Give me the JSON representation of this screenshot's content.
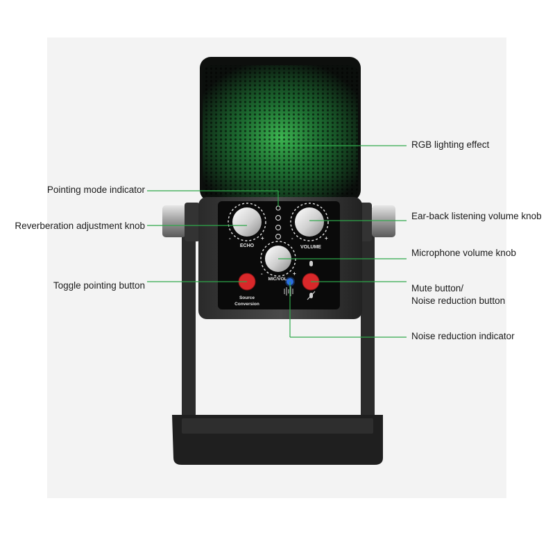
{
  "callouts": {
    "rgb": "RGB lighting effect",
    "pointing_mode": "Pointing mode indicator",
    "reverb": "Reverberation adjustment knob",
    "earback": "Ear-back listening volume knob",
    "mic_volume": "Microphone volume knob",
    "toggle": "Toggle pointing button",
    "mute_line1": "Mute button/",
    "mute_line2": "Noise reduction button",
    "noise_indicator": "Noise reduction indicator"
  },
  "panel": {
    "echo": "ECHO",
    "volume": "VOLUME",
    "micvol": "MIC/VOL",
    "source_line1": "Source",
    "source_line2": "Conversion",
    "minus": "-",
    "plus": "+"
  },
  "colors": {
    "callout_line": "#2ea84a",
    "rgb_glow": "#3fbf55",
    "button_red": "#d9282a",
    "indicator_blue": "#2b6fe0"
  }
}
